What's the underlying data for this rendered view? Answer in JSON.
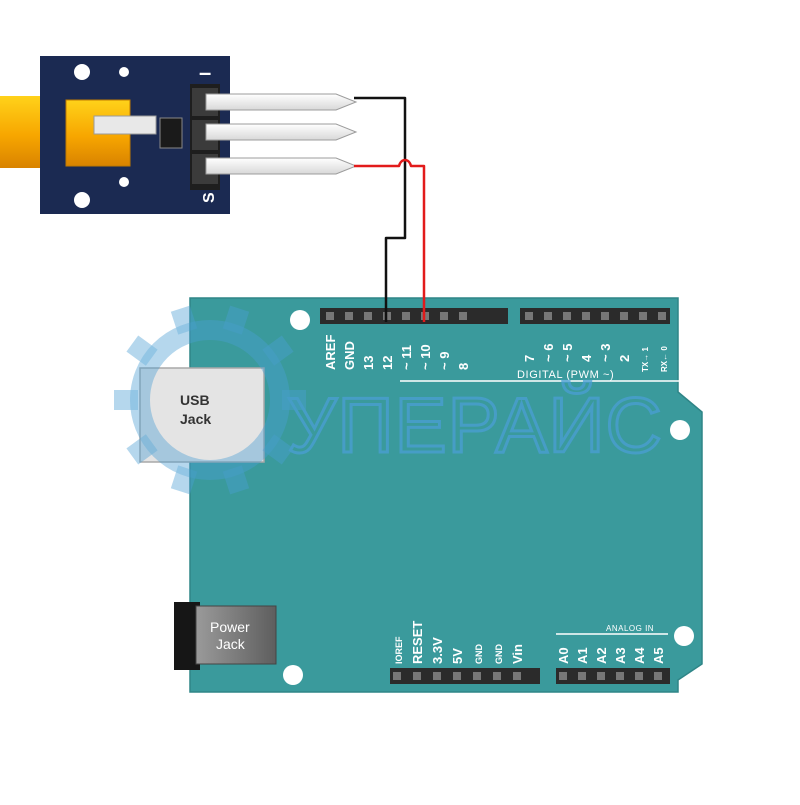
{
  "module": {
    "minus_label": "–",
    "signal_label": "S"
  },
  "board": {
    "usb_label_line1": "USB",
    "usb_label_line2": "Jack",
    "power_label_line1": "Power",
    "power_label_line2": "Jack",
    "digital_caption": "DIGITAL (PWM ~)",
    "analog_caption": "ANALOG IN",
    "digital_pins_left": [
      "AREF",
      "GND",
      "13",
      "12",
      "~ 11",
      "~ 10",
      "~ 9",
      "8"
    ],
    "digital_pins_right": [
      "7",
      "~ 6",
      "~ 5",
      "4",
      "~ 3",
      "2",
      "TX→ 1",
      "RX← 0"
    ],
    "power_pins": [
      "IOREF",
      "RESET",
      "3.3V",
      "5V",
      "GND",
      "GND",
      "Vin"
    ],
    "analog_pins": [
      "A0",
      "A1",
      "A2",
      "A3",
      "A4",
      "A5"
    ]
  },
  "watermark": {
    "text": "УПЕРАЙС"
  },
  "colors": {
    "board": "#3a9a9c",
    "module": "#1b2a52",
    "wire_ground": "#111111",
    "wire_signal": "#e21b1b",
    "watermark": "#4a9fd4"
  }
}
